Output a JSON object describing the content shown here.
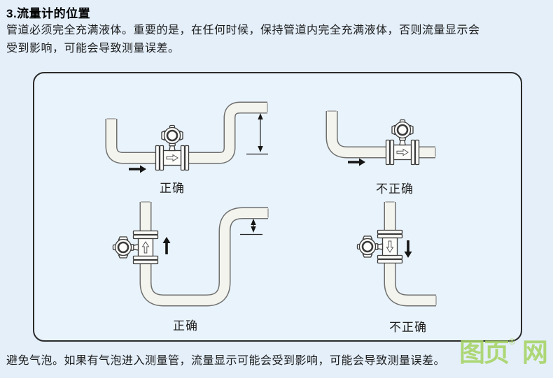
{
  "page": {
    "heading": "3.流量计的位置",
    "intro": "管道必须完全充满液体。重要的是，在任何时候，保持管道内完全充满液体，否则流量显示会\n受到影响，可能会导致测量误差。",
    "footer": "避免气泡。如果有气泡进入测量管，流量显示可能会受到影响，可能会导致测量误差。"
  },
  "diagram": {
    "labels": {
      "top_left": "正确",
      "top_right": "不正确",
      "bottom_left": "正确",
      "bottom_right": "不正确"
    }
  },
  "watermark": {
    "text_left": "图页",
    "reg": "®",
    "text_right": "网"
  },
  "colors": {
    "page_bg": "#e4effa",
    "box_bg": "#e9f3fb",
    "box_border": "#2b2b2b",
    "pipe_fill": "#f4f4ee",
    "pipe_edge": "#6f6f6f",
    "watermark_green": "#a4d35f"
  }
}
